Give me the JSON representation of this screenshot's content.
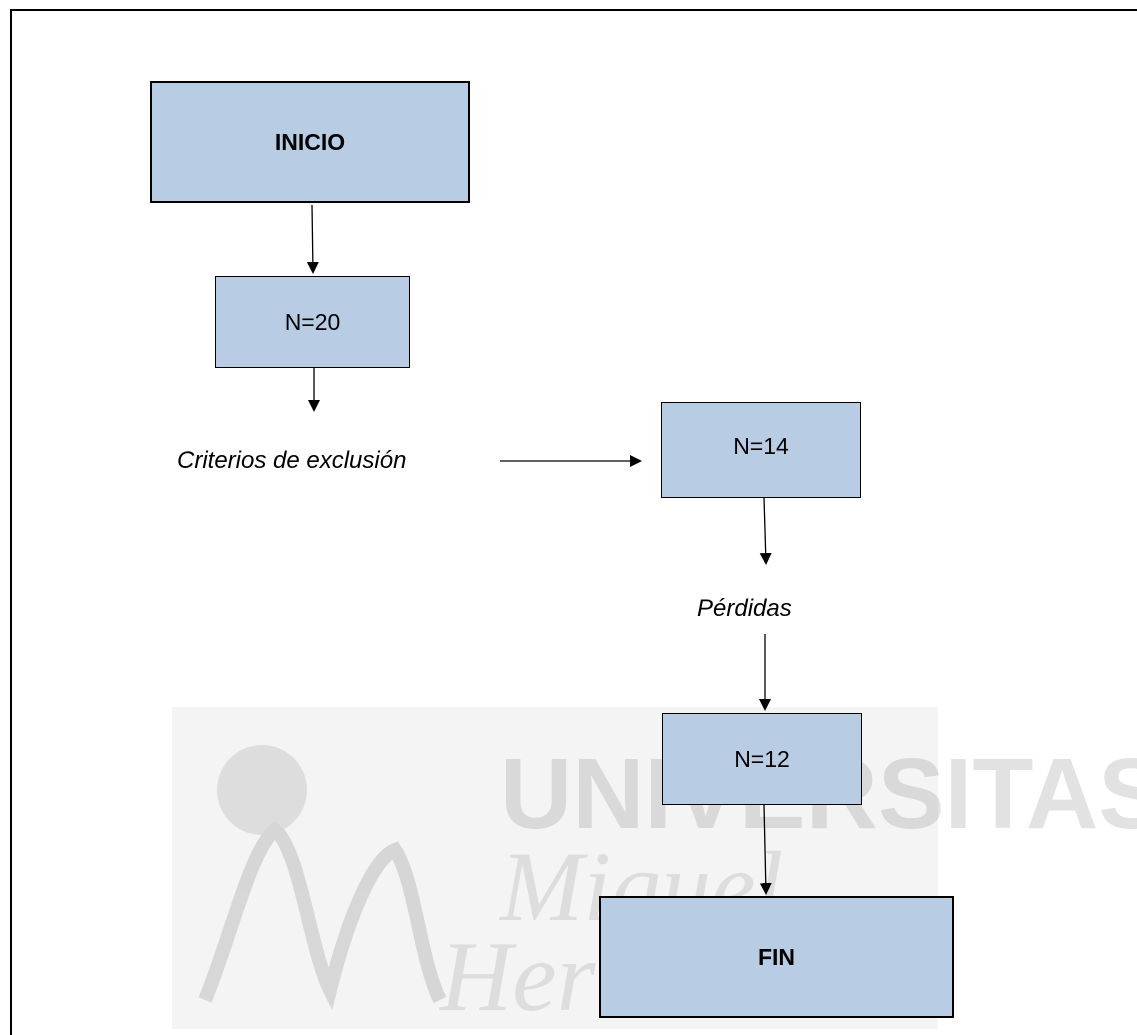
{
  "diagram": {
    "nodes": {
      "start": "INICIO",
      "n20": "N=20",
      "n14": "N=14",
      "n12": "N=12",
      "end": "FIN"
    },
    "labels": {
      "exclusion": "Criterios de exclusión",
      "losses": "Pérdidas"
    },
    "colors": {
      "box_fill": "#b8cce4",
      "line": "#000000"
    }
  },
  "watermark": {
    "line1": "UNIVERSITAS",
    "line2": "Miguel",
    "line3": "Hernández"
  }
}
